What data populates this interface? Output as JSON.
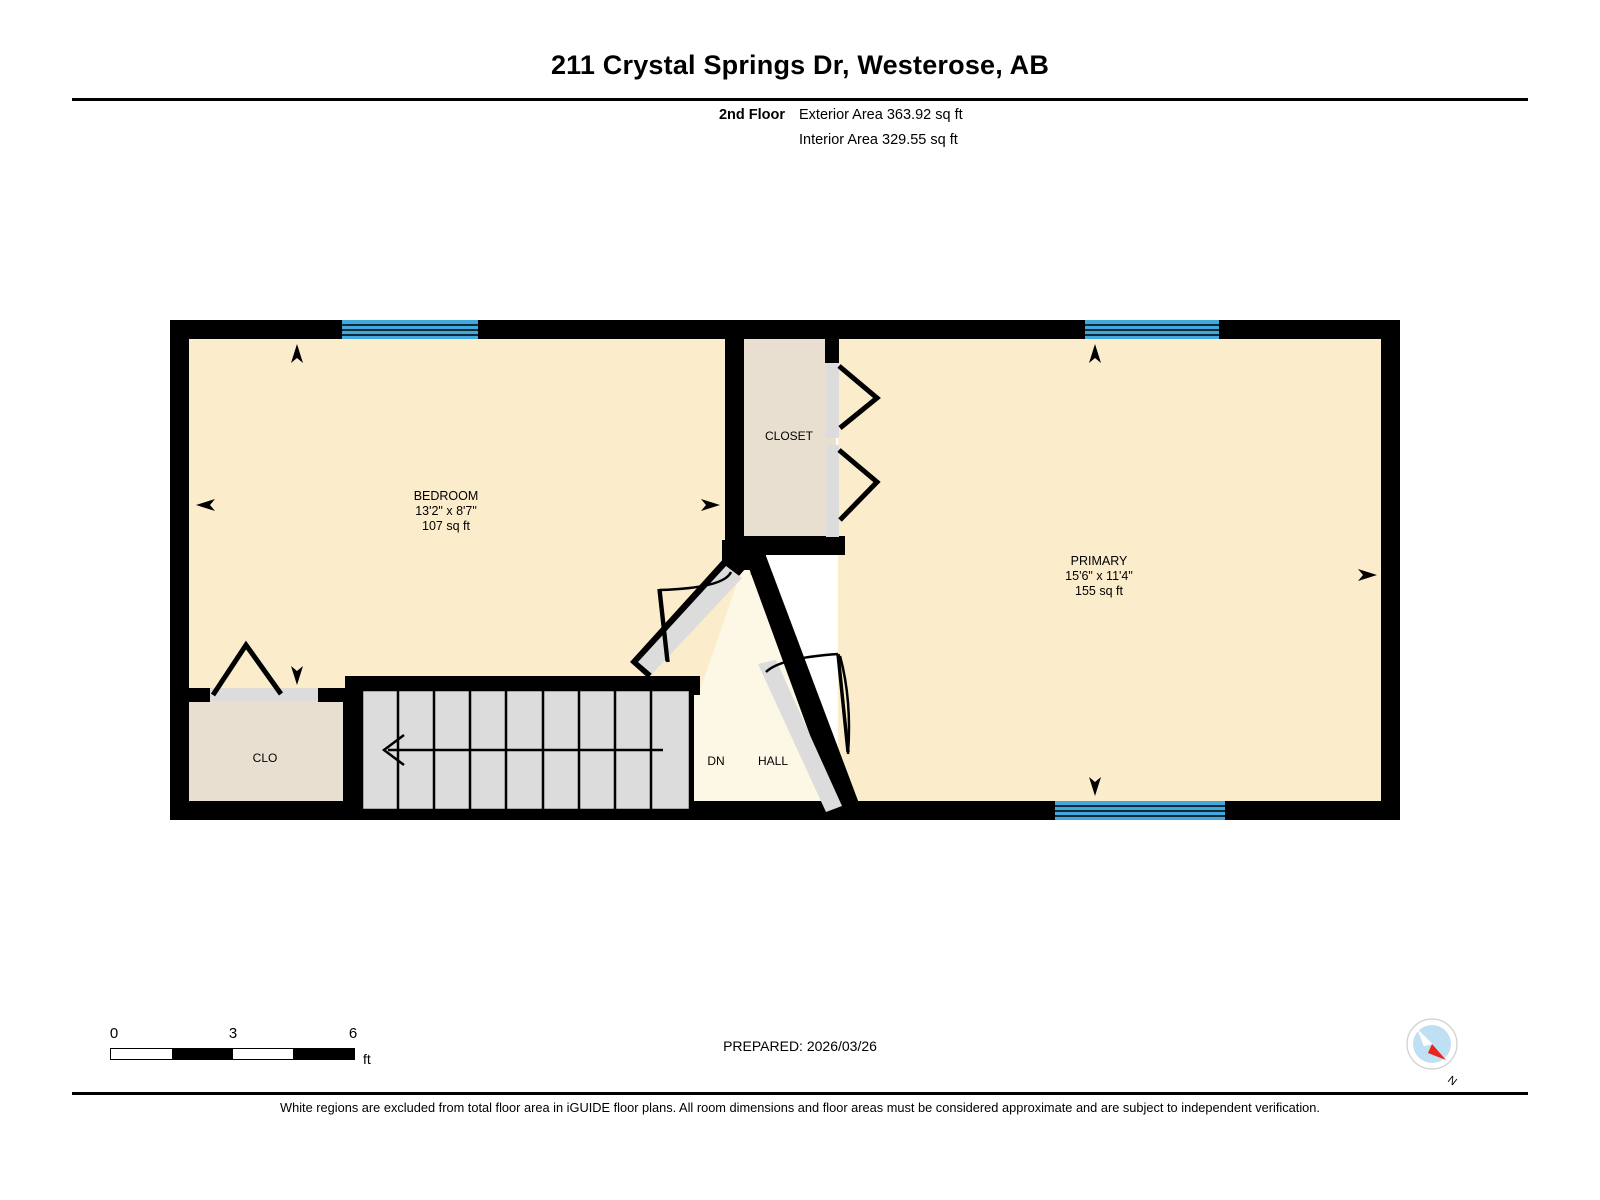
{
  "header": {
    "title": "211 Crystal Springs Dr, Westerose, AB",
    "floor_label": "2nd Floor",
    "exterior_area": "Exterior Area 363.92 sq ft",
    "interior_area": "Interior Area 329.55 sq ft"
  },
  "rooms": [
    {
      "name": "BEDROOM",
      "dimensions": "13'2\" x 8'7\"",
      "area": "107 sq ft"
    },
    {
      "name": "PRIMARY",
      "dimensions": "15'6\" x 11'4\"",
      "area": "155 sq ft"
    },
    {
      "name": "CLOSET",
      "dimensions": "",
      "area": ""
    },
    {
      "name": "CLO",
      "dimensions": "",
      "area": ""
    },
    {
      "name": "HALL",
      "dimensions": "",
      "area": ""
    }
  ],
  "labels": {
    "bedroom_name": "BEDROOM",
    "bedroom_dims": "13'2\" x 8'7\"",
    "bedroom_area": "107 sq ft",
    "primary_name": "PRIMARY",
    "primary_dims": "15'6\" x 11'4\"",
    "primary_area": "155 sq ft",
    "closet": "CLOSET",
    "clo": "CLO",
    "hall": "HALL",
    "stairs_down": "DN"
  },
  "scale": {
    "ticks": [
      "0",
      "3",
      "6"
    ],
    "unit": "ft"
  },
  "footer": {
    "prepared": "PREPARED: 2026/03/26",
    "disclaimer": "White regions are excluded from total floor area in iGUIDE floor plans. All room dimensions and floor areas must be considered approximate and are subject to independent verification."
  },
  "compass": {
    "north_label": "N"
  },
  "colors": {
    "wall": "#000000",
    "room_fill": "#fbeccb",
    "hall_fill": "#fdf7e6",
    "closet_fill": "#e9dfd0",
    "window": "#42a8dc",
    "stairs_fill": "#dcdcdc",
    "door_panel": "#d9d9d9"
  }
}
